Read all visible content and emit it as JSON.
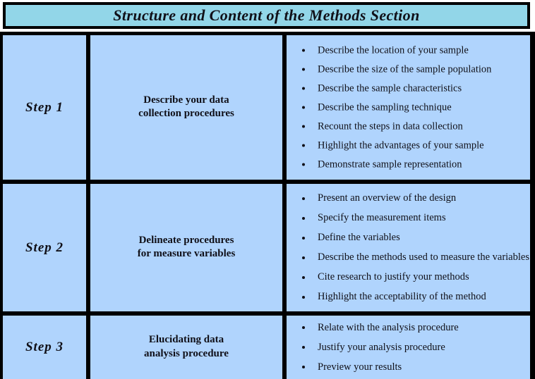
{
  "figure": {
    "title": "Structure and Content of  the Methods Section",
    "title_bar_color": "#92d6e8",
    "cell_color": "#b0d4fd",
    "border_color": "#000000",
    "text_color": "#101018"
  },
  "rows": [
    {
      "step": "Step 1",
      "heading_line_1": "Describe your data",
      "heading_line_2": "collection procedures",
      "bullets": [
        "Describe the location of your sample",
        "Describe the size of the sample population",
        "Describe the sample characteristics",
        "Describe the sampling technique",
        "Recount the steps in data collection",
        "Highlight the advantages of your sample",
        "Demonstrate sample representation"
      ]
    },
    {
      "step": "Step 2",
      "heading_line_1": "Delineate procedures",
      "heading_line_2": "for measure variables",
      "bullets": [
        "Present an overview of the design",
        "Specify the measurement items",
        "Define the variables",
        "Describe the methods used to measure the variables",
        "Cite research to justify your methods",
        "Highlight the acceptability of the method"
      ]
    },
    {
      "step": "Step 3",
      "heading_line_1": "Elucidating data",
      "heading_line_2": "analysis procedure",
      "bullets": [
        "Relate with the analysis procedure",
        "Justify your analysis procedure",
        "Preview your results"
      ]
    }
  ]
}
